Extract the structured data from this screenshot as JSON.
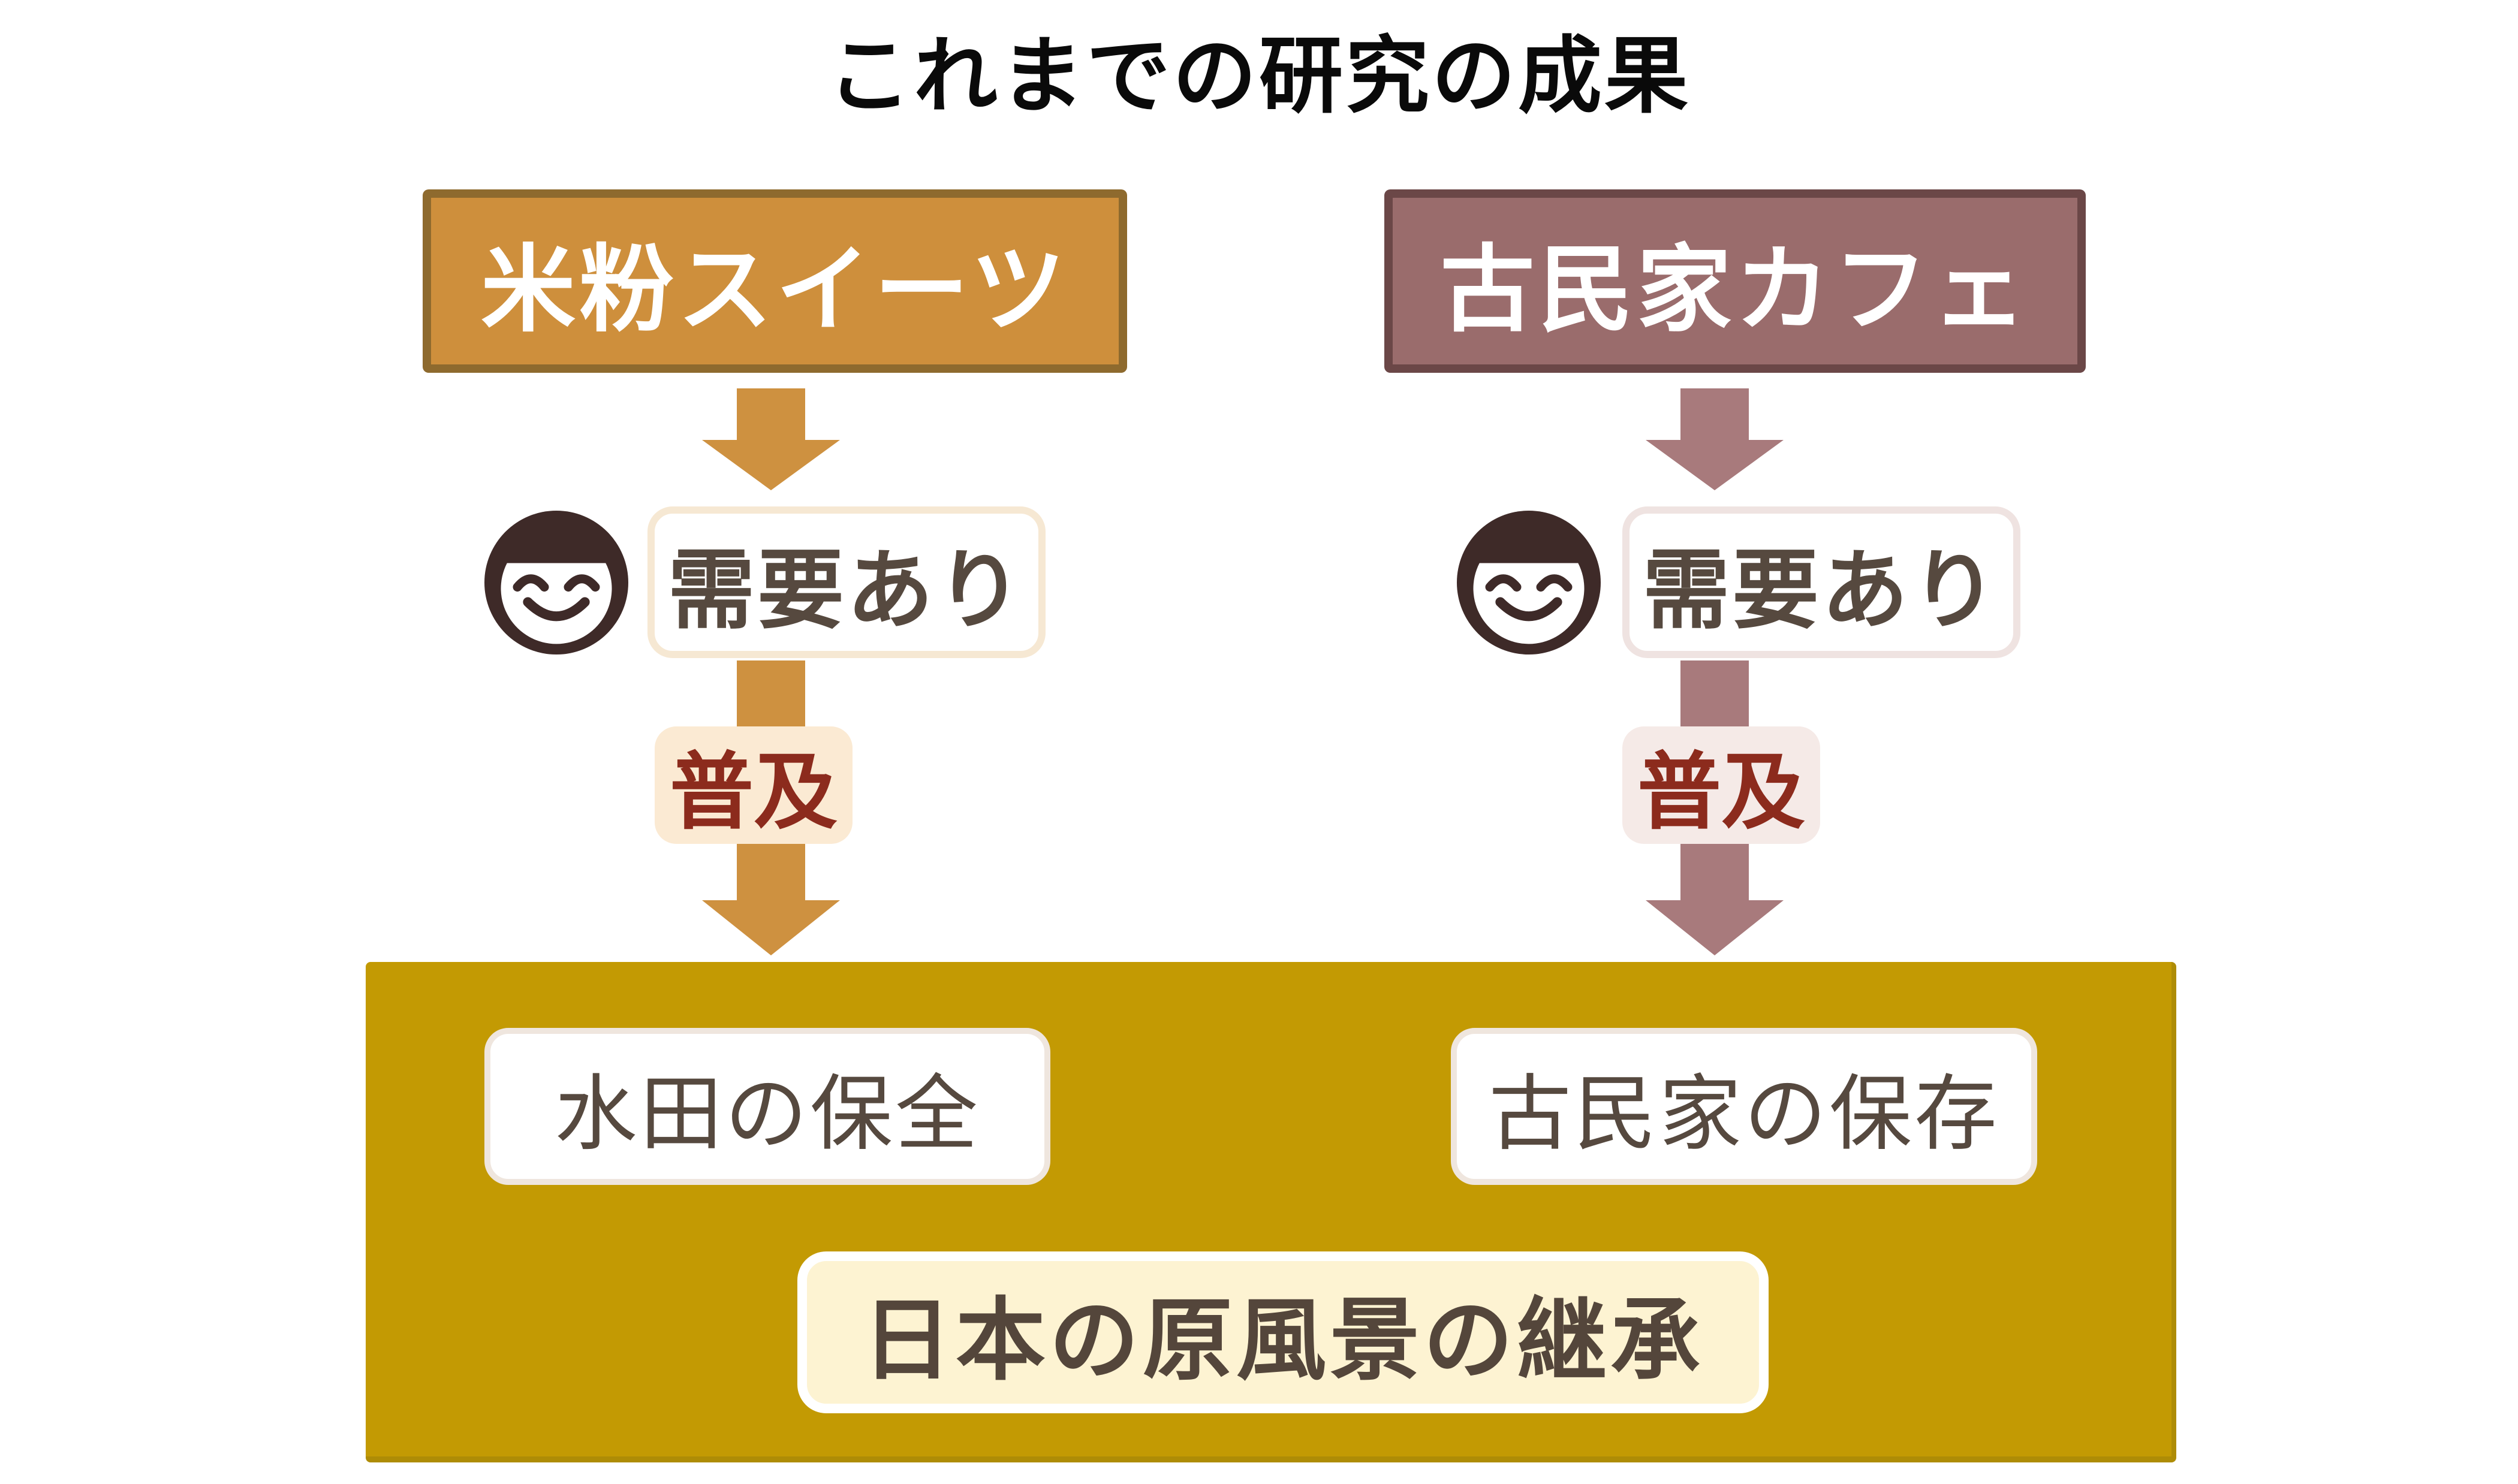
{
  "title": "これまでの研究の成果",
  "columns": [
    {
      "id": "rice-flour-sweets",
      "header": "米粉スイーツ",
      "demand": "需要あり",
      "spread": "普及",
      "outcome": "水田の保全"
    },
    {
      "id": "kominka-cafe",
      "header": "古民家カフェ",
      "demand": "需要あり",
      "spread": "普及",
      "outcome": "古民家の保存"
    }
  ],
  "goal": "日本の原風景の継承",
  "icons": {
    "face": "smiling-face-icon",
    "arrow": "down-arrow-icon"
  },
  "colors": {
    "title_color": "#0a0a0a",
    "header_left_bg": "#CE8F3C",
    "header_left_border": "#8E6A2E",
    "header_right_bg": "#9A6C6C",
    "header_right_border": "#6B4747",
    "arrow_left": "#CE9140",
    "arrow_right": "#A87A7C",
    "face": "#3E2A28",
    "demand_border_left": "#F6E8D3",
    "demand_border_right": "#EFE3E1",
    "demand_text": "#56493F",
    "spread_bg_left": "#FBEAD3",
    "spread_bg_right": "#F5EAE7",
    "spread_text": "#8C2B1D",
    "band_bg": "#C39A03",
    "band_edge": "#AE8C06",
    "outcome_border": "#EFE6DE",
    "outcome_text": "#56493F",
    "goal_bg": "#FDF3D2",
    "goal_border": "#FFFFFF",
    "goal_text": "#54463B"
  }
}
